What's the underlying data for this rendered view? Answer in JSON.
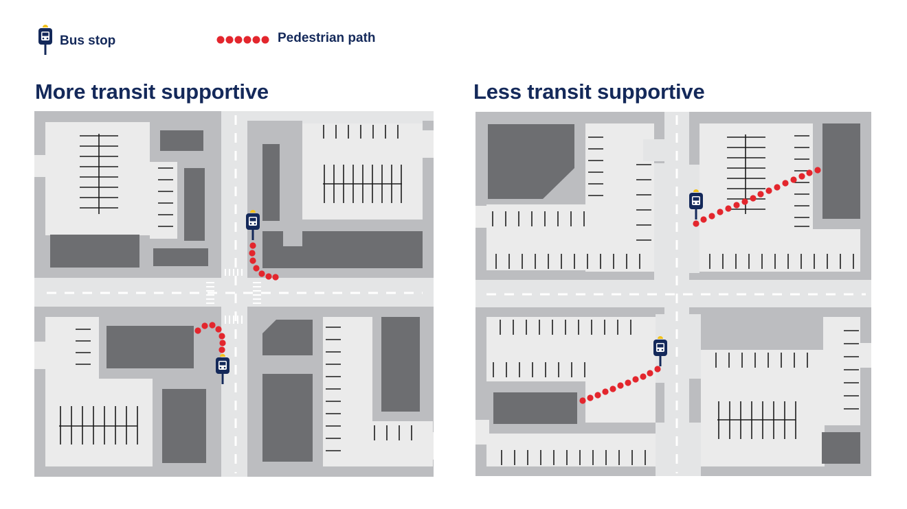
{
  "legend": {
    "bus_stop": {
      "label": "Bus stop",
      "icon": "bus-stop-icon"
    },
    "pedestrian_path": {
      "label": "Pedestrian path",
      "icon": "dotted-line-icon"
    }
  },
  "panels": [
    {
      "title": "More transit supportive"
    },
    {
      "title": "Less transit supportive"
    }
  ],
  "colors": {
    "title": "#14295a",
    "bus_stop_body": "#14295a",
    "bus_stop_accent": "#f2c21b",
    "path": "#e3262d",
    "building": "#6d6e71",
    "lot": "#ebebeb",
    "sidewalk": "#bcbdc0",
    "road": "#e4e5e6"
  }
}
